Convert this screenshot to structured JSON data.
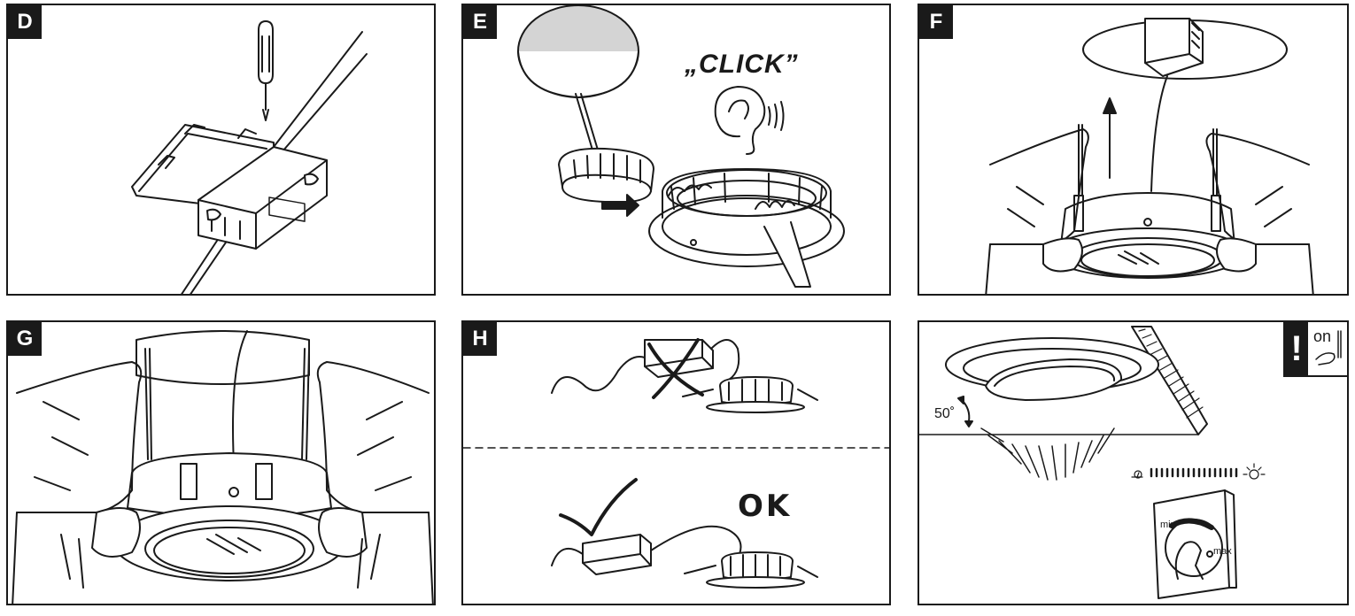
{
  "panels": {
    "d": {
      "letter": "D"
    },
    "e": {
      "letter": "E",
      "sound": "„CLICK”"
    },
    "f": {
      "letter": "F"
    },
    "g": {
      "letter": "G"
    },
    "h": {
      "letter": "H",
      "ok": "OK"
    },
    "i": {
      "angle": "50˚",
      "on": "on",
      "dial_min": "min",
      "dial_max": "max",
      "warning_mark": "!"
    }
  },
  "colors": {
    "line": "#1a1a1a",
    "fill_gray": "#d4d4d4",
    "background": "#ffffff"
  }
}
